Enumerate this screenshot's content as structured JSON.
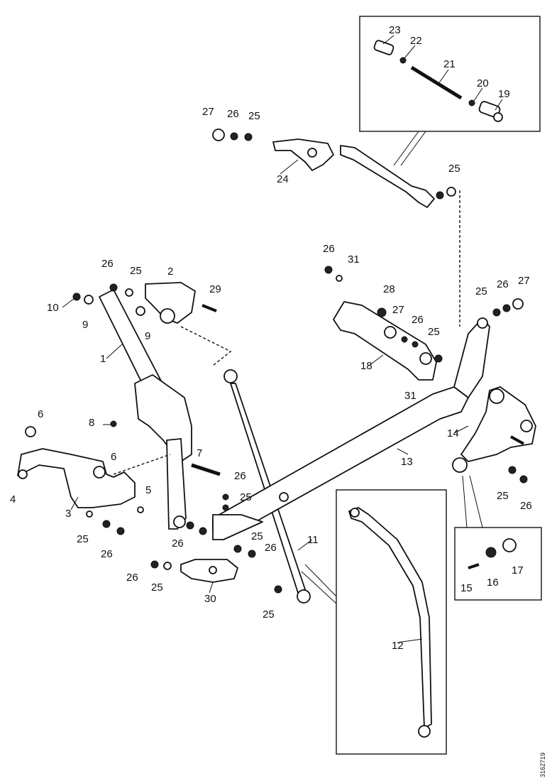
{
  "drawing": {
    "reference_code": "3162719",
    "callouts": [
      {
        "id": "c23",
        "text": "23"
      },
      {
        "id": "c22",
        "text": "22"
      },
      {
        "id": "c21",
        "text": "21"
      },
      {
        "id": "c20",
        "text": "20"
      },
      {
        "id": "c19",
        "text": "19"
      },
      {
        "id": "c27a",
        "text": "27"
      },
      {
        "id": "c26a",
        "text": "26"
      },
      {
        "id": "c25a",
        "text": "25"
      },
      {
        "id": "c24",
        "text": "24"
      },
      {
        "id": "c25b",
        "text": "25"
      },
      {
        "id": "c26b",
        "text": "26"
      },
      {
        "id": "c31a",
        "text": "31"
      },
      {
        "id": "c26c",
        "text": "26"
      },
      {
        "id": "c25c",
        "text": "25"
      },
      {
        "id": "c2",
        "text": "2"
      },
      {
        "id": "c29",
        "text": "29"
      },
      {
        "id": "c10",
        "text": "10"
      },
      {
        "id": "c9a",
        "text": "9"
      },
      {
        "id": "c9b",
        "text": "9"
      },
      {
        "id": "c28",
        "text": "28"
      },
      {
        "id": "c27b",
        "text": "27"
      },
      {
        "id": "c26d",
        "text": "26"
      },
      {
        "id": "c25d",
        "text": "25"
      },
      {
        "id": "c25e",
        "text": "25"
      },
      {
        "id": "c26e",
        "text": "26"
      },
      {
        "id": "c27c",
        "text": "27"
      },
      {
        "id": "c18",
        "text": "18"
      },
      {
        "id": "c31b",
        "text": "31"
      },
      {
        "id": "c1",
        "text": "1"
      },
      {
        "id": "c14",
        "text": "14"
      },
      {
        "id": "c6a",
        "text": "6"
      },
      {
        "id": "c8",
        "text": "8"
      },
      {
        "id": "c13",
        "text": "13"
      },
      {
        "id": "c6b",
        "text": "6"
      },
      {
        "id": "c7",
        "text": "7"
      },
      {
        "id": "c4",
        "text": "4"
      },
      {
        "id": "c5",
        "text": "5"
      },
      {
        "id": "c26f",
        "text": "26"
      },
      {
        "id": "c25f",
        "text": "25"
      },
      {
        "id": "c3",
        "text": "3"
      },
      {
        "id": "c25g",
        "text": "25"
      },
      {
        "id": "c26g",
        "text": "26"
      },
      {
        "id": "c26h",
        "text": "26"
      },
      {
        "id": "c25h",
        "text": "25"
      },
      {
        "id": "c26i",
        "text": "26"
      },
      {
        "id": "c11",
        "text": "11"
      },
      {
        "id": "c26j",
        "text": "26"
      },
      {
        "id": "c25i",
        "text": "25"
      },
      {
        "id": "c30",
        "text": "30"
      },
      {
        "id": "c25j",
        "text": "25"
      },
      {
        "id": "c15",
        "text": "15"
      },
      {
        "id": "c16",
        "text": "16"
      },
      {
        "id": "c17",
        "text": "17"
      },
      {
        "id": "c12",
        "text": "12"
      },
      {
        "id": "c25k",
        "text": "25"
      },
      {
        "id": "c26k",
        "text": "26"
      }
    ]
  }
}
